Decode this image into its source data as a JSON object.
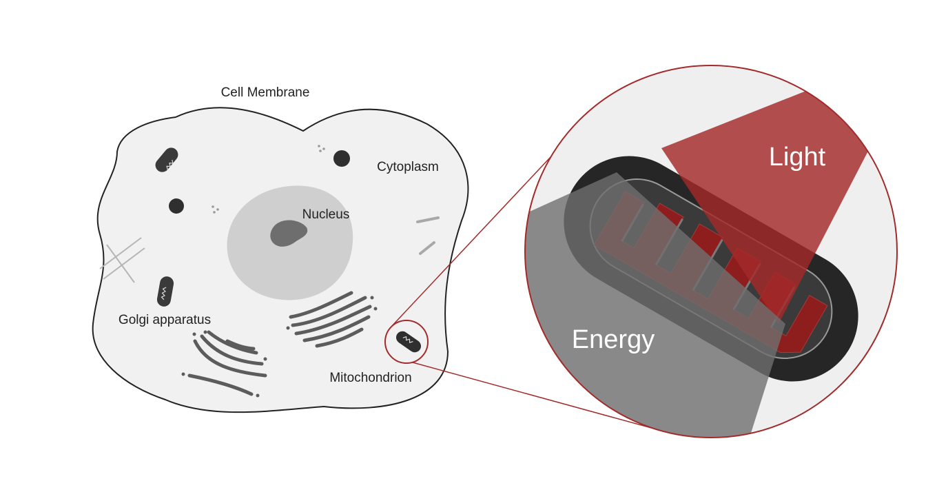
{
  "labels": {
    "cell_membrane": "Cell Membrane",
    "cytoplasm": "Cytoplasm",
    "nucleus": "Nucleus",
    "golgi_apparatus": "Golgi apparatus",
    "mitochondrion": "Mitochondrion",
    "light": "Light",
    "energy": "Energy"
  },
  "colors": {
    "accent_red": "#a32a2a",
    "cell_fill": "#f1f1f1",
    "nucleus_fill": "#cfcfcf",
    "organelle_dark": "#3a3a3a",
    "energy_gray": "#7a7a7a"
  }
}
